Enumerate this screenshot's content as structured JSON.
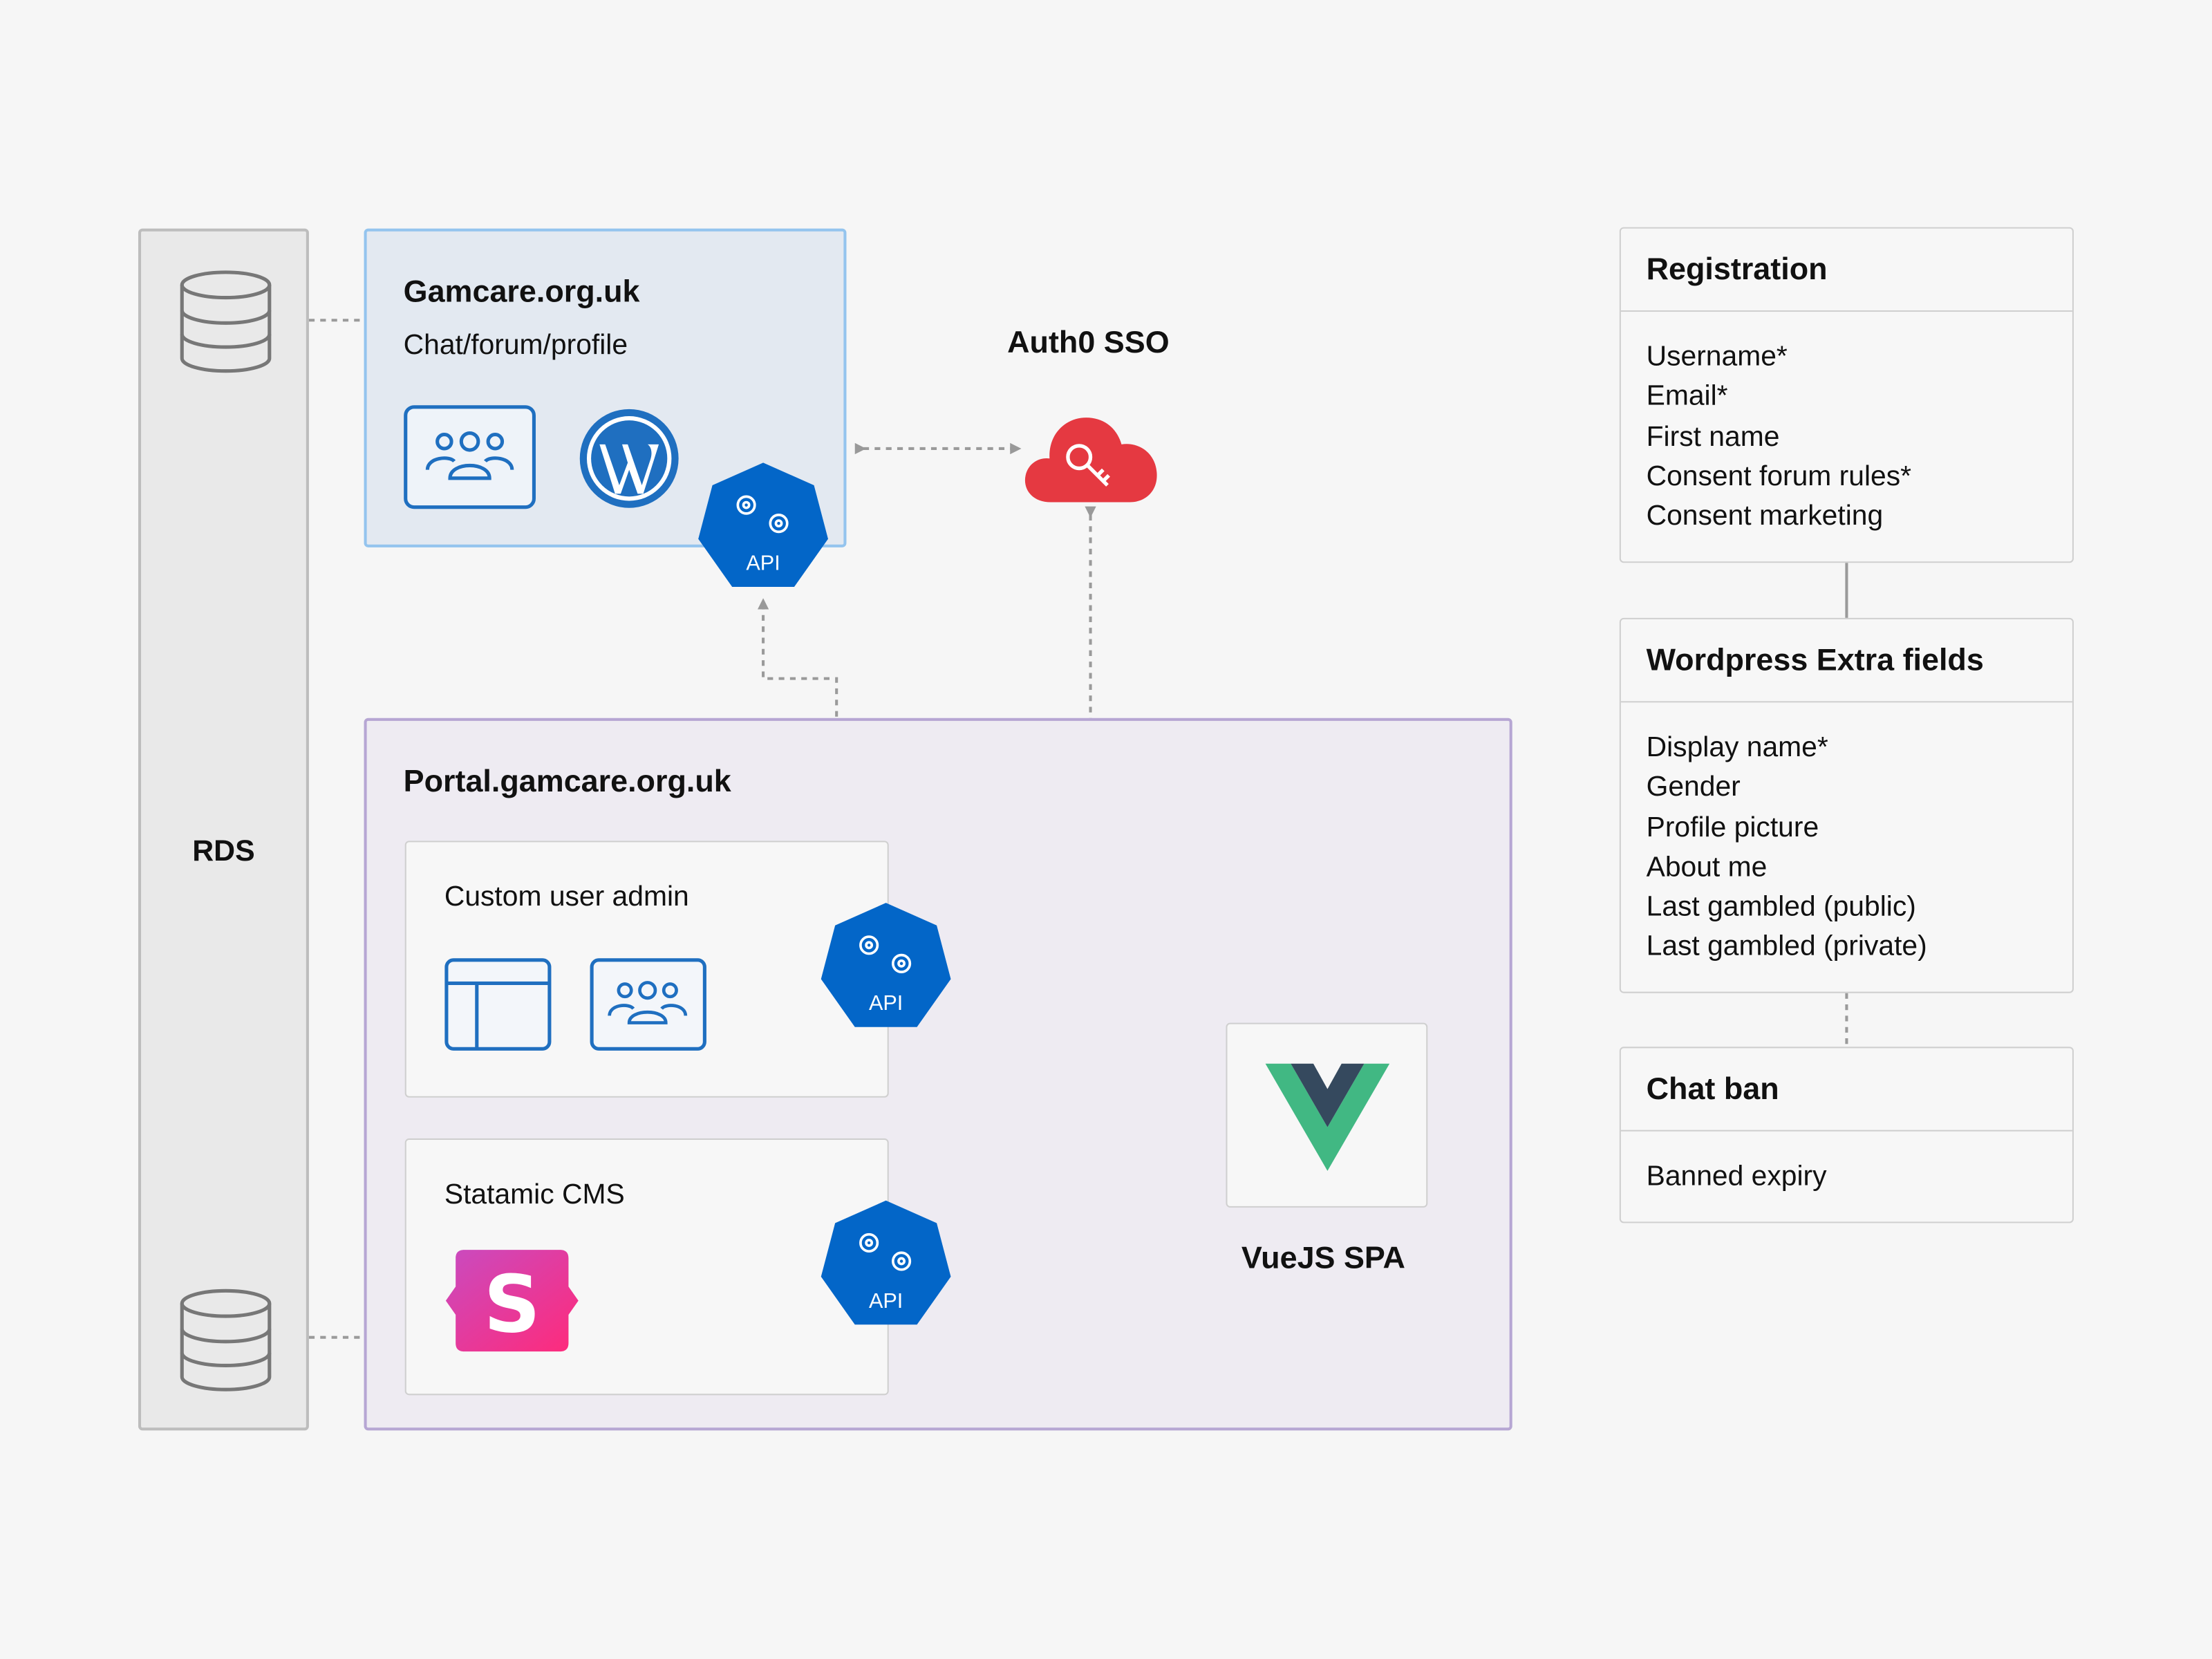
{
  "rds": {
    "label": "RDS"
  },
  "gamcare": {
    "title": "Gamcare.org.uk",
    "subtitle": "Chat/forum/profile"
  },
  "auth0": {
    "label": "Auth0 SSO"
  },
  "portal": {
    "title": "Portal.gamcare.org.uk",
    "custom_admin": {
      "title": "Custom user admin"
    },
    "statamic": {
      "title": "Statamic CMS"
    }
  },
  "api": {
    "label": "API"
  },
  "vue": {
    "label": "VueJS SPA"
  },
  "panels": {
    "registration": {
      "title": "Registration",
      "fields": [
        "Username*",
        "Email*",
        "First name",
        "Consent forum rules*",
        "Consent marketing"
      ]
    },
    "wordpress": {
      "title": "Wordpress Extra fields",
      "fields": [
        "Display name*",
        "Gender",
        "Profile picture",
        "About me",
        "Last gambled (public)",
        "Last gambled (private)"
      ]
    },
    "chatban": {
      "title": "Chat ban",
      "fields": [
        "Banned expiry"
      ]
    }
  },
  "colors": {
    "api_blue": "#0366c8",
    "auth_red": "#e53941",
    "vue_green": "#41b883",
    "vue_dark": "#35495e",
    "statamic_pink": "#e8287a",
    "icon_blue": "#1f6fc0"
  },
  "icons": [
    "database-icon",
    "users-icon",
    "wordpress-icon",
    "api-gears-icon",
    "cloud-key-icon",
    "window-layout-icon",
    "statamic-logo-icon",
    "vue-logo-icon"
  ]
}
